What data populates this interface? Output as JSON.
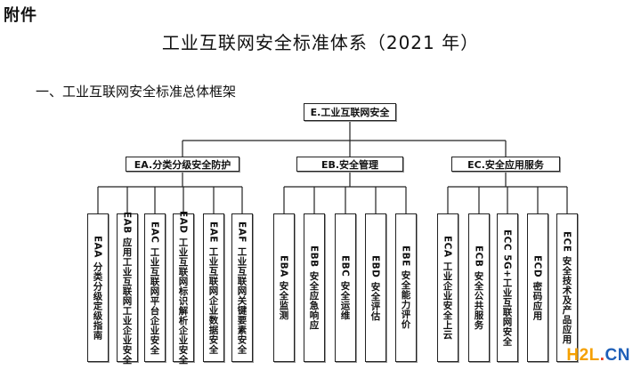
{
  "page_label": "附件",
  "title": "工业互联网安全标准体系（2021 年）",
  "section_heading": "一、工业互联网安全标准总体框架",
  "root": {
    "label": "E.工业互联网安全"
  },
  "branches": [
    {
      "label": "EA.分类分级安全防护",
      "children": [
        "EAA 分类分级定级指南",
        "EAB 应用工业互联网工业企业安全",
        "EAC 工业互联网平台企业安全",
        "EAD 工业互联网标识解析企业安全",
        "EAE 工业互联网企业数据安全",
        "EAF 工业互联网关键要素安全"
      ]
    },
    {
      "label": "EB.安全管理",
      "children": [
        "EBA 安全监测",
        "EBB 安全应急响应",
        "EBC 安全运维",
        "EBD 安全评估",
        "EBE 安全能力评价"
      ]
    },
    {
      "label": "EC.安全应用服务",
      "children": [
        "ECA 工业企业安全上云",
        "ECB 安全公共服务",
        "ECC 5G+工业互联网安全",
        "ECD 密码应用",
        "ECE 安全技术及产品应用"
      ]
    }
  ],
  "watermark": {
    "part_a": "H2L",
    "part_b": ".",
    "part_c": "CN"
  },
  "colors": {
    "line": "#222222",
    "watermark_orange": "#f5a000",
    "watermark_red": "#e83a1a",
    "watermark_blue": "#1e5fb8"
  }
}
